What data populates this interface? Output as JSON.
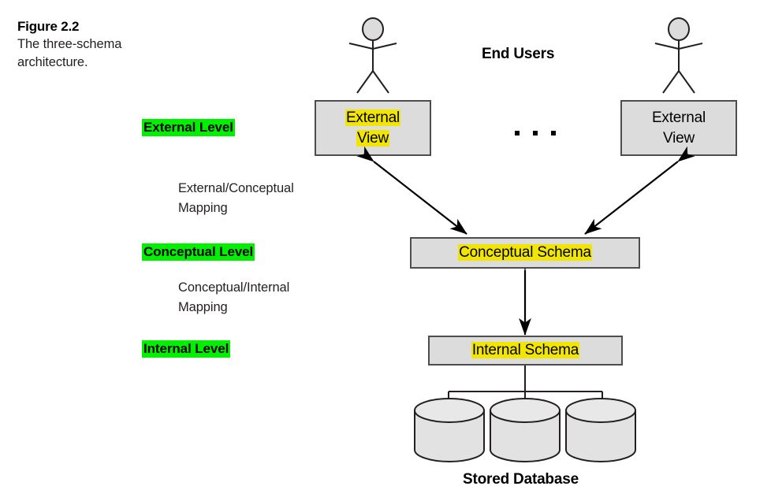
{
  "figure": {
    "number": "Figure 2.2",
    "description": "The three-schema architecture."
  },
  "levels": [
    {
      "label": "External Level",
      "highlight": "#00f000"
    },
    {
      "label": "Conceptual Level",
      "highlight": "#00f000"
    },
    {
      "label": "Internal Level",
      "highlight": "#00f000"
    }
  ],
  "mappings": [
    {
      "line1": "External/Conceptual",
      "line2": "Mapping"
    },
    {
      "line1": "Conceptual/Internal",
      "line2": "Mapping"
    }
  ],
  "headings": {
    "end_users": "End Users",
    "stored_database": "Stored Database"
  },
  "boxes": {
    "external_view_left": {
      "line1": "External",
      "line2": "View",
      "highlighted": true
    },
    "external_view_right": {
      "line1": "External",
      "line2": "View",
      "highlighted": false
    },
    "conceptual_schema": {
      "text": "Conceptual Schema",
      "highlighted": true
    },
    "internal_schema": {
      "text": "Internal Schema",
      "highlighted": true
    }
  },
  "ellipsis": "...",
  "colors": {
    "box_fill": "#dcdcdc",
    "box_border": "#4d4d4d",
    "yellow_highlight": "#f2e500",
    "green_highlight": "#00f000",
    "cylinder_fill": "#e2e2e2",
    "line": "#231f20",
    "text": "#000000"
  },
  "icons": {
    "user_left": "stick-figure-icon",
    "user_right": "stick-figure-icon",
    "database_1": "database-cylinder-icon",
    "database_2": "database-cylinder-icon",
    "database_3": "database-cylinder-icon"
  }
}
